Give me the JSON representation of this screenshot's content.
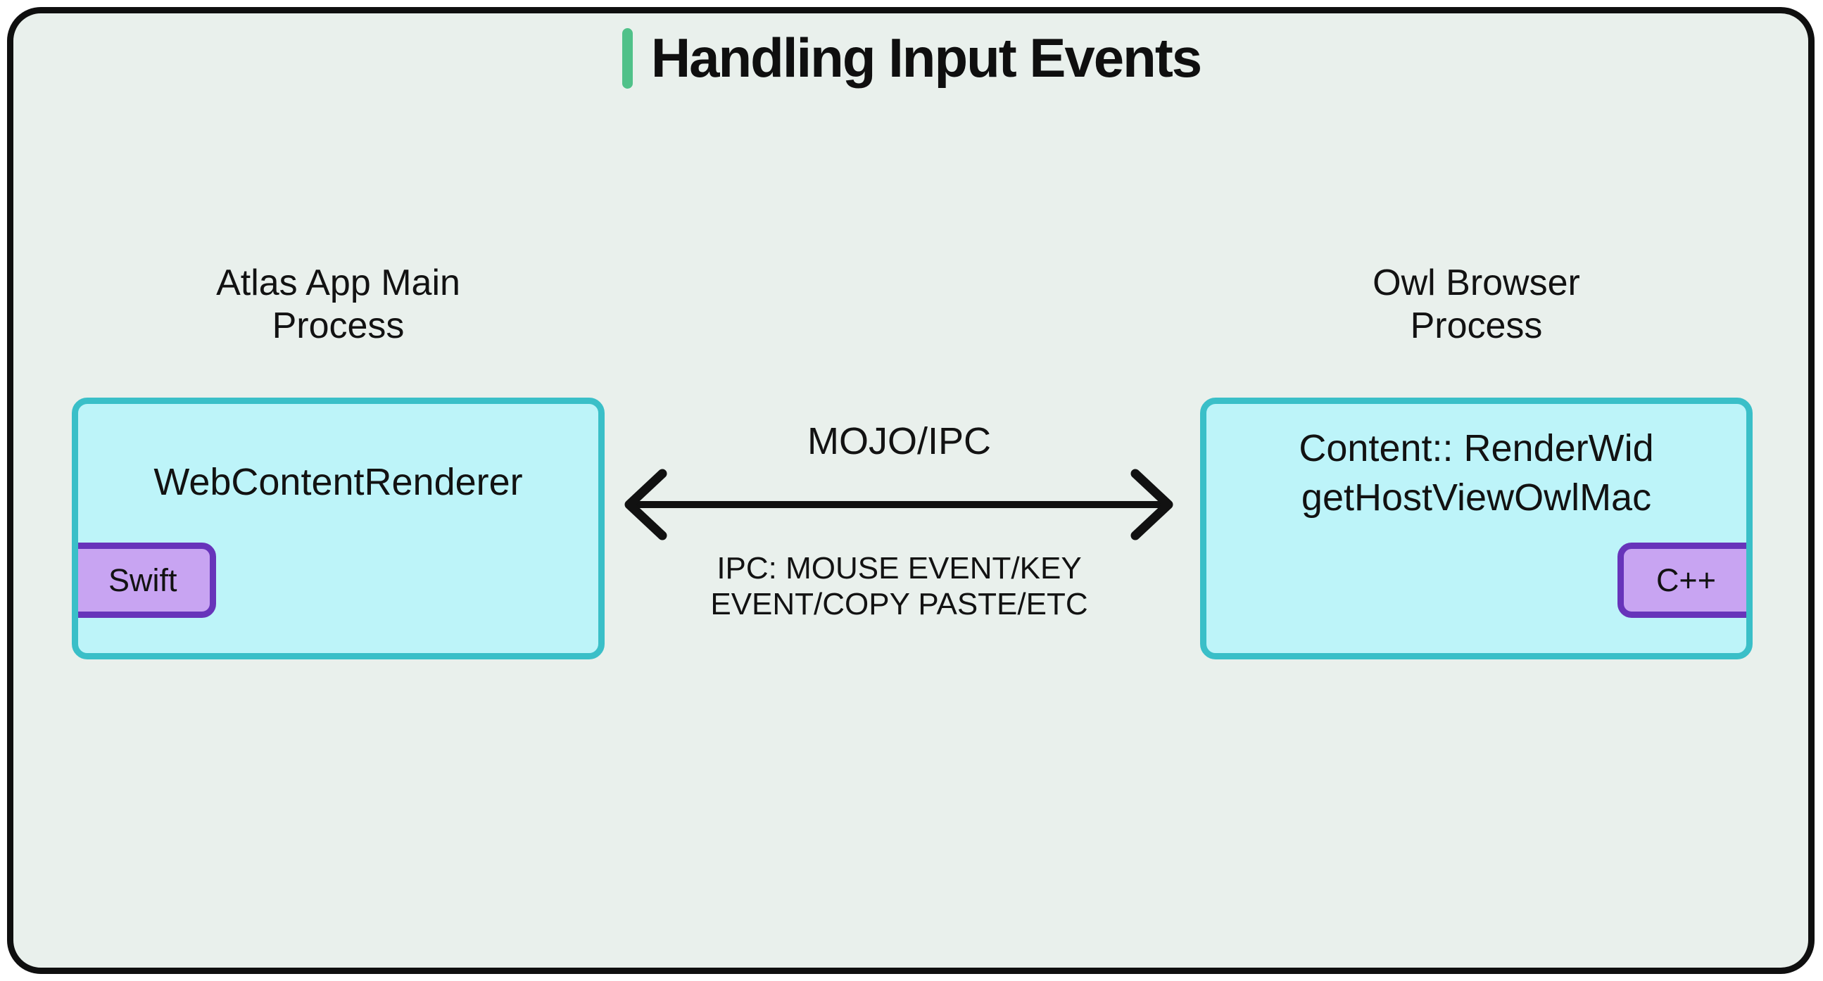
{
  "title": "Handling Input Events",
  "left": {
    "label_lines": [
      "Atlas App Main",
      "Process"
    ],
    "box_label": "WebContentRenderer",
    "badge": "Swift"
  },
  "right": {
    "label_lines": [
      "Owl Browser",
      "Process"
    ],
    "box_label_lines": [
      "Content:: RenderWid",
      "getHostViewOwlMac"
    ],
    "badge": "C++"
  },
  "connection": {
    "label": "MOJO/IPC",
    "sublabel_lines": [
      "IPC: MOUSE EVENT/KEY",
      "EVENT/COPY PASTE/ETC"
    ]
  },
  "colors": {
    "accent_green": "#50c189",
    "node_fill": "#bdf4f9",
    "node_border": "#3abfc8",
    "badge_fill": "#c8a4f2",
    "badge_border": "#6734ba",
    "frame_fill": "#e9f0ec",
    "frame_border": "#0f0f0f",
    "arrow": "#111111",
    "text": "#121212"
  }
}
